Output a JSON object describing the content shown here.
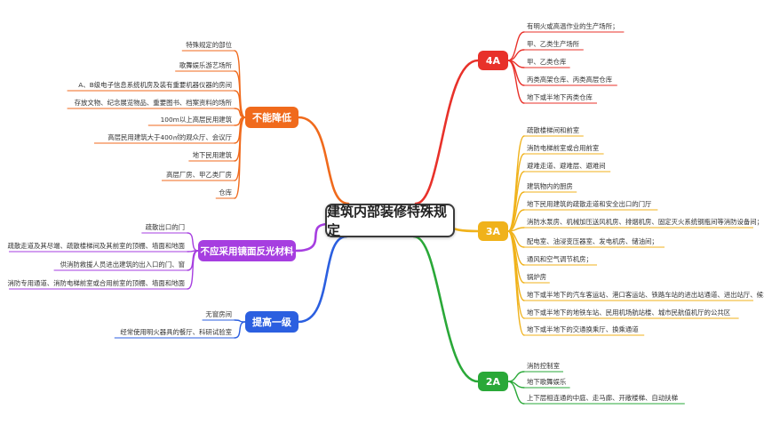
{
  "colors": {
    "a4": "#e8312a",
    "a3": "#f0b21b",
    "a2": "#2aa838",
    "no_lower": "#f06a1c",
    "no_mirror": "#a63ee0",
    "raise": "#2b5fe0",
    "root_border": "#3a3a3a"
  },
  "root": {
    "label": "建筑内部装修特殊规定"
  },
  "branches": {
    "a4": {
      "label": "4A",
      "items": [
        "有明火或高温作业的生产场所；",
        "甲、乙类生产场所",
        "甲、乙类仓库",
        "丙类高架仓库、丙类高层仓库",
        "地下或半地下丙类仓库"
      ]
    },
    "a3": {
      "label": "3A",
      "items": [
        "疏散楼梯间和前室",
        "消防电梯前室或合用前室",
        "避难走道、避难层、避难间",
        "建筑物内的厨房",
        "地下民用建筑的疏散走道和安全出口的门厅",
        "消防水泵房、机械加压送风机房、排烟机房、固定灭火系统钢瓶间等消防设备间；",
        "配电室、油浸变压器室、发电机房、储油间；",
        "通风和空气调节机房；",
        "锅炉房",
        "地下或半地下的汽车客运站、港口客运站、铁路车站的进出站通道、进出站厅、候车厅",
        "地下或半地下的地铁车站、民用机场航站楼、城市民航值机厅的公共区",
        "地下或半地下的交通换乘厅、换乘通道"
      ]
    },
    "a2": {
      "label": "2A",
      "items": [
        "消防控制室",
        "地下歌舞娱乐",
        "上下层相连通的中庭、走马廊、开敞楼梯、自动扶梯"
      ]
    },
    "no_lower": {
      "label": "不能降低",
      "items": [
        "特殊规定的部位",
        "歌舞娱乐游艺场所",
        "A、B级电子信息系统机房及装有重要机器仪器的房间",
        "存放文物、纪念展览物品、重要图书、档案资料的场所",
        "100m以上高层民用建筑",
        "高层民用建筑大于400㎡的观众厅、会议厅",
        "地下民用建筑",
        "高层厂房、甲乙类厂房",
        "仓库"
      ]
    },
    "no_mirror": {
      "label": "不应采用镜面反光材料",
      "items": [
        "疏散出口的门",
        "疏散走道及其尽端、疏散楼梯间及其前室的顶棚、墙面和地面",
        "供消防救援人员进出建筑的出入口的门、窗",
        "消防专用通道、消防电梯前室或合用前室的顶棚、墙面和地面"
      ]
    },
    "raise": {
      "label": "提高一级",
      "items": [
        "无窗房间",
        "经常使用明火器具的餐厅、科研试验室"
      ]
    }
  }
}
